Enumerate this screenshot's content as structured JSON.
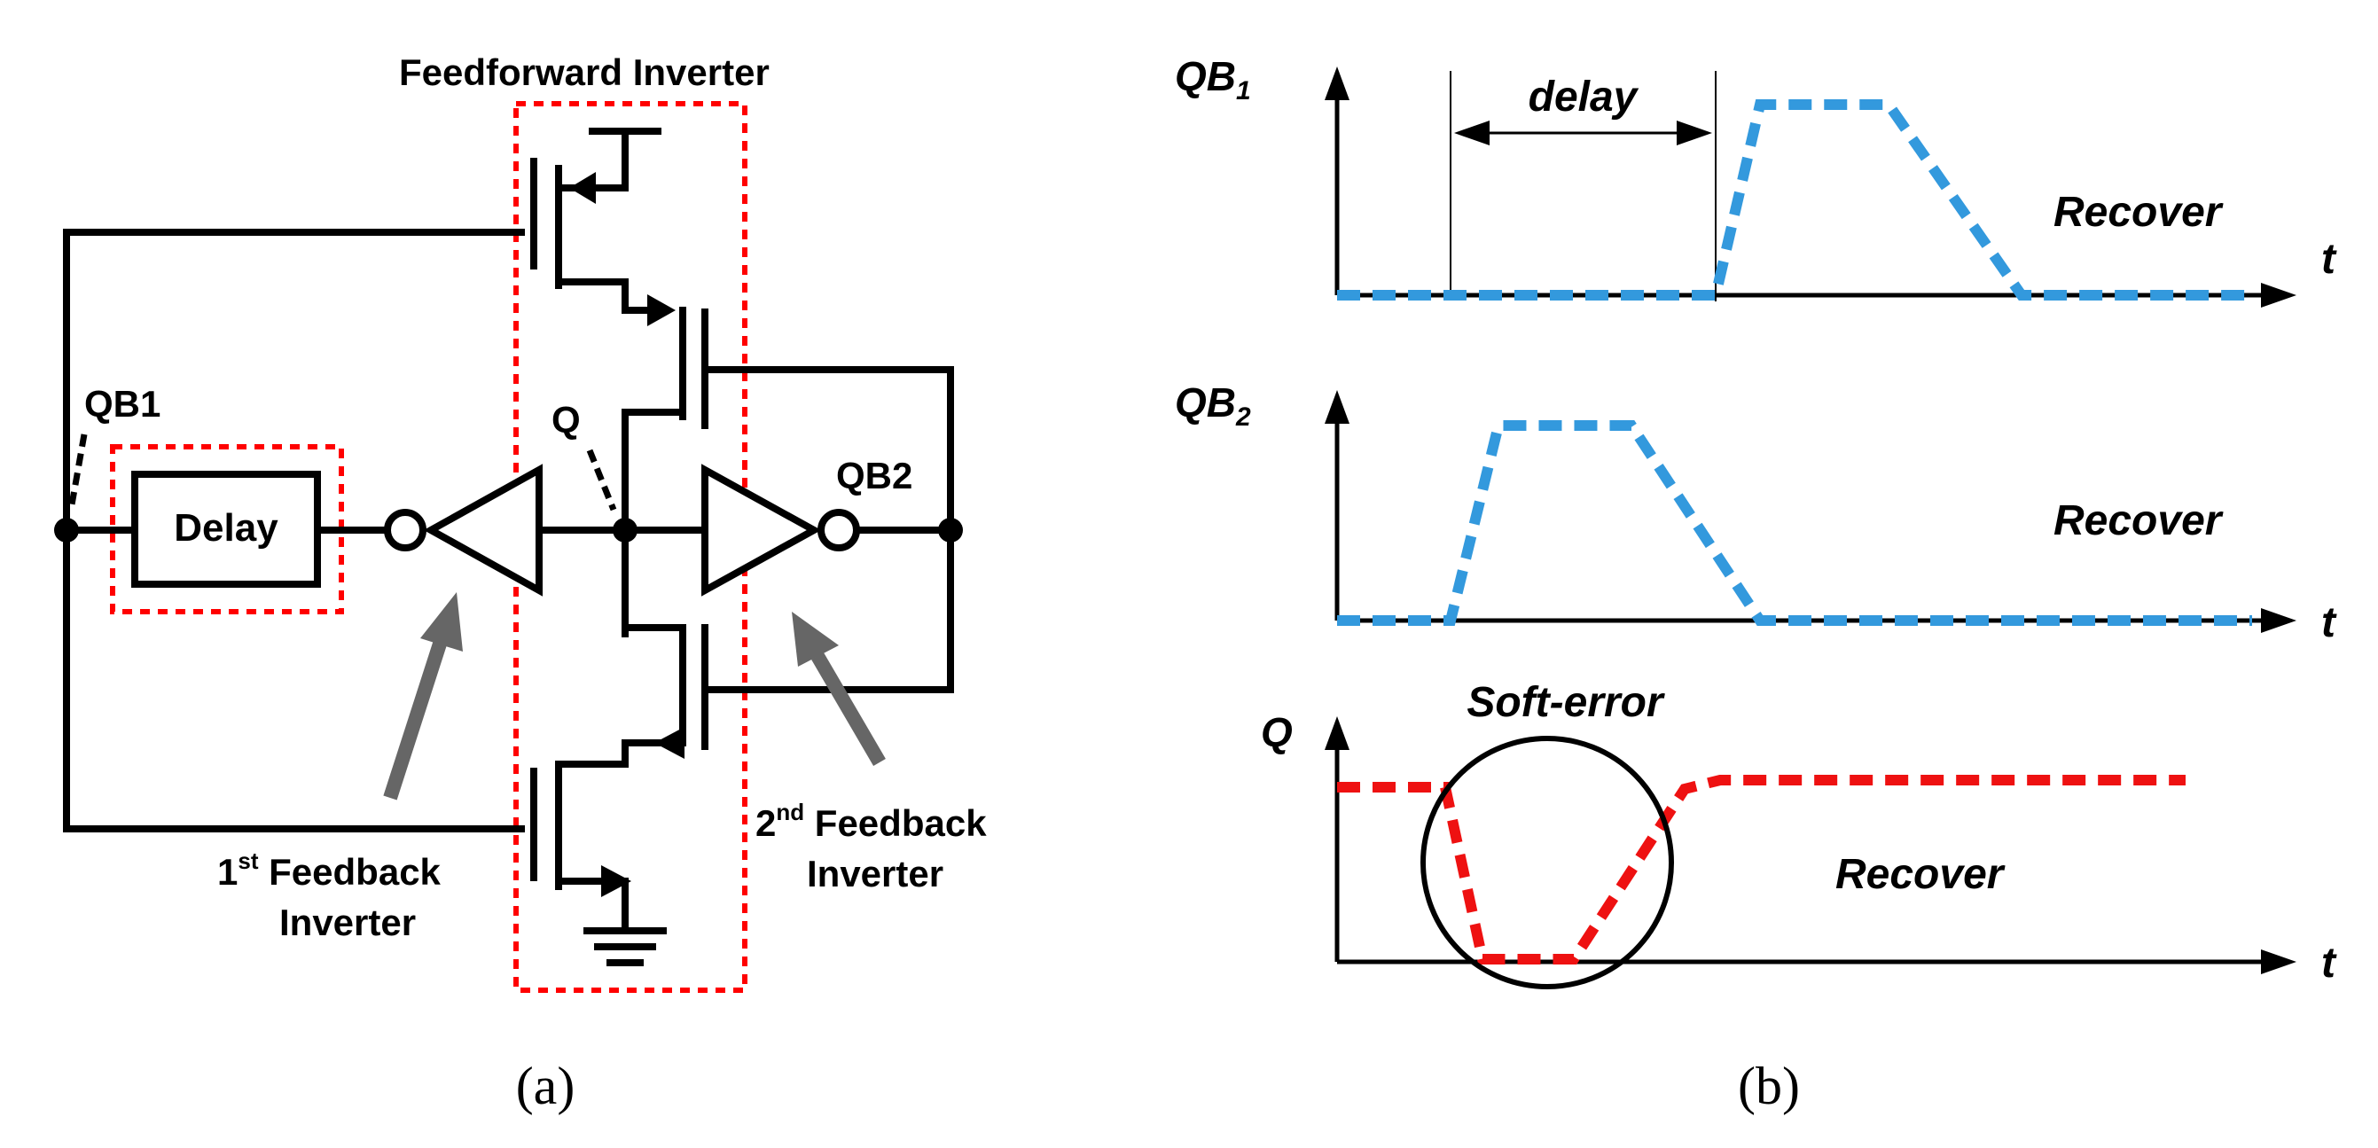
{
  "colors": {
    "line": "#000000",
    "box": "#ff0000",
    "qb_wave": "#3399dd",
    "q_wave": "#ee1111",
    "arrow": "#666666"
  },
  "circuit": {
    "title": "Feedforward Inverter",
    "delay_block": "Delay",
    "node_qb1": "QB1",
    "node_q": "Q",
    "node_qb2": "QB2",
    "fb1_line1_num": "1",
    "fb1_line1_sup": "st",
    "fb1_line1_rest": " Feedback",
    "fb1_line2": "Inverter",
    "fb2_line1_num": "2",
    "fb2_line1_sup": "nd",
    "fb2_line1_rest": " Feedback",
    "fb2_line2": "Inverter",
    "caption": "(a)"
  },
  "timing": {
    "qb1_base": "QB",
    "qb1_sub": "1",
    "qb2_base": "QB",
    "qb2_sub": "2",
    "q_label": "Q",
    "delay_label": "delay",
    "recover_1": "Recover",
    "recover_2": "Recover",
    "recover_3": "Recover",
    "soft_error": "Soft-error",
    "t_1": "t",
    "t_2": "t",
    "t_3": "t",
    "caption": "(b)"
  }
}
